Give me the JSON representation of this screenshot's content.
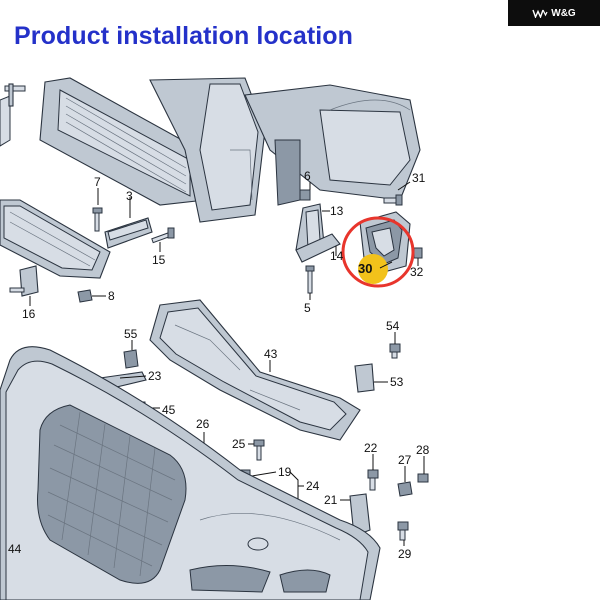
{
  "page": {
    "title": "Product installation location",
    "brand": "W&G"
  },
  "colors": {
    "title": "#2431c9",
    "brand_bg": "#0d0d0d",
    "highlight_ring": "#e8352c",
    "highlight_dot": "#f2c21b",
    "part_fill": "#bfc8d2"
  },
  "callouts": {
    "c3": "3",
    "c5": "5",
    "c6": "6",
    "c7": "7",
    "c8": "8",
    "c13": "13",
    "c14": "14",
    "c15": "15",
    "c16": "16",
    "c19": "19",
    "c21": "21",
    "c22": "22",
    "c23": "23",
    "c24": "24",
    "c25": "25",
    "c26": "26",
    "c27": "27",
    "c28": "28",
    "c29": "29",
    "c30": "30",
    "c31": "31",
    "c32": "32",
    "c43": "43",
    "c44": "44",
    "c45": "45",
    "c53": "53",
    "c54": "54",
    "c55": "55"
  },
  "highlight": {
    "part": "30",
    "icon": "highlight-circle-icon"
  }
}
